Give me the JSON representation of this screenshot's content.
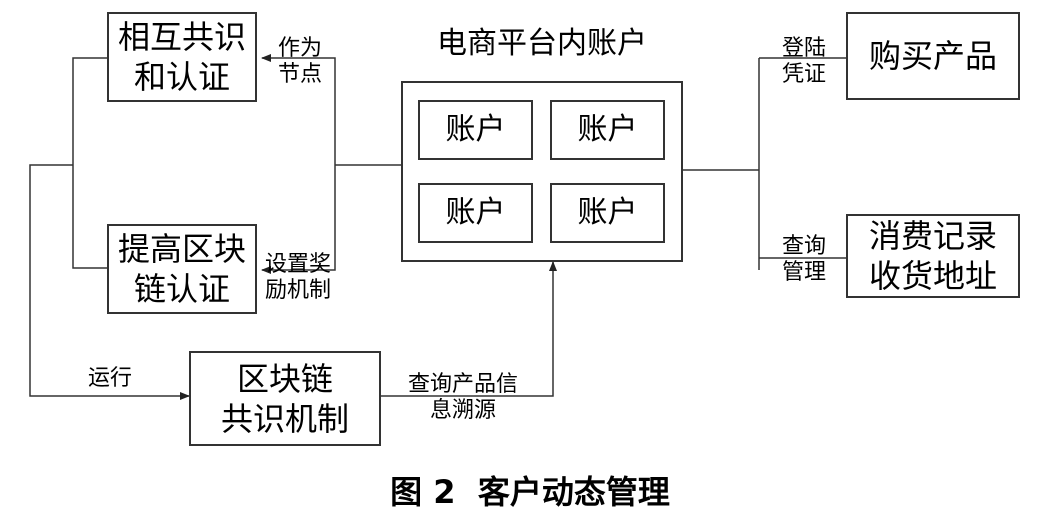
{
  "nodes": {
    "consensus_auth": "相互共识\n和认证",
    "improve_auth": "提高区块\n链认证",
    "blockchain_consensus": "区块链\n共识机制",
    "platform_title": "电商平台内账户",
    "account_1": "账户",
    "account_2": "账户",
    "account_3": "账户",
    "account_4": "账户",
    "buy_products": "购买产品",
    "records_address": "消费记录\n收货地址"
  },
  "edge_labels": {
    "as_node": "作为\n节点",
    "reward_mechanism": "设置奖\n励机制",
    "run": "运行",
    "query_trace": "查询产品信\n息溯源",
    "login_credentials": "登陆\n凭证",
    "query_manage": "查询\n管理"
  },
  "caption": "图 2  客户动态管理"
}
